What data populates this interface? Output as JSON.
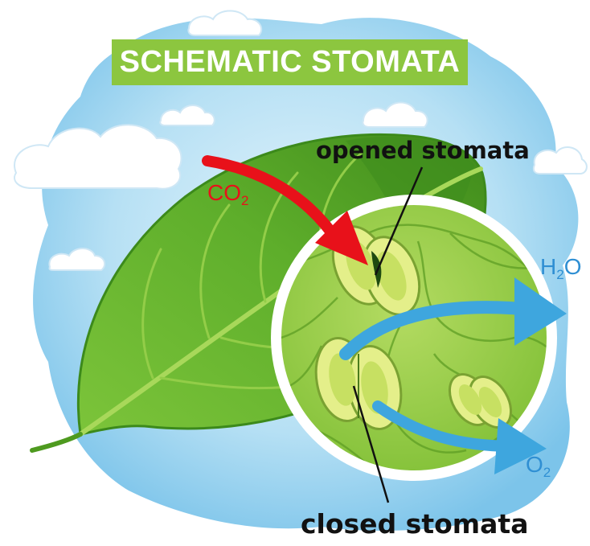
{
  "title": "SCHEMATIC STOMATA",
  "labels": {
    "opened": "opened stomata",
    "closed": "closed stomata"
  },
  "gases": {
    "co2": {
      "symbol": "CO",
      "subscript": "2"
    },
    "h2o": {
      "symbol_pre": "H",
      "subscript": "2",
      "symbol_post": "O"
    },
    "o2": {
      "symbol": "O",
      "subscript": "2"
    }
  },
  "colors": {
    "banner": "#8cc63f",
    "leaf": "#6dbb2f",
    "leaf_dark": "#4e9a1f",
    "co2_arrow": "#e8111a",
    "water_oxygen_arrow": "#3ea6de",
    "sky": "#9fd3ef"
  }
}
